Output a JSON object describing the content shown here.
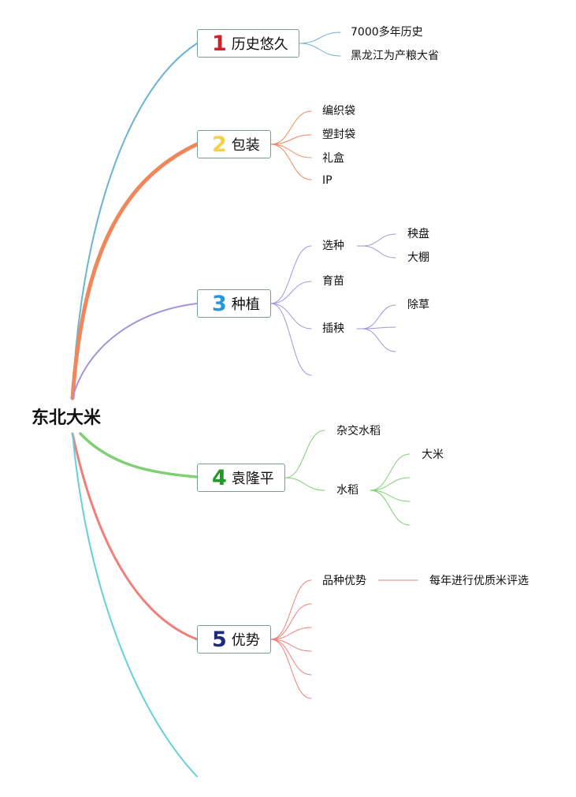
{
  "root": {
    "label": "东北大米"
  },
  "colors": {
    "b1": "#6bb3d6",
    "b2": "#f0875a",
    "b3": "#a593db",
    "b4": "#7fcf73",
    "b5": "#ee7f7a",
    "b6": "#66d0d8",
    "num1": "#d41f2b",
    "num2": "#f3d24a",
    "num3": "#2b95d9",
    "num4": "#1f9a25",
    "num5": "#1f2a7a"
  },
  "branches": [
    {
      "number": "1",
      "label": "历史悠久",
      "children": [
        {
          "label": "7000多年历史"
        },
        {
          "label": "黑龙江为产粮大省"
        }
      ]
    },
    {
      "number": "2",
      "label": "包装",
      "children": [
        {
          "label": "编织袋"
        },
        {
          "label": "塑封袋"
        },
        {
          "label": "礼盒"
        },
        {
          "label": "IP"
        }
      ]
    },
    {
      "number": "3",
      "label": "种植",
      "children": [
        {
          "label": "选种",
          "children": [
            {
              "label": "秧盘"
            },
            {
              "label": "大棚"
            }
          ]
        },
        {
          "label": "育苗"
        },
        {
          "label": "插秧",
          "children": [
            {
              "label": "除草"
            },
            {
              "label": ""
            },
            {
              "label": ""
            }
          ]
        },
        {
          "label": ""
        }
      ]
    },
    {
      "number": "4",
      "label": "袁隆平",
      "children": [
        {
          "label": "杂交水稻"
        },
        {
          "label": "水稻",
          "children": [
            {
              "label": "大米"
            },
            {
              "label": ""
            },
            {
              "label": ""
            },
            {
              "label": ""
            }
          ]
        }
      ]
    },
    {
      "number": "5",
      "label": "优势",
      "children": [
        {
          "label": "品种优势",
          "children": [
            {
              "label": "每年进行优质米评选"
            }
          ]
        },
        {
          "label": ""
        },
        {
          "label": ""
        },
        {
          "label": ""
        },
        {
          "label": ""
        },
        {
          "label": ""
        }
      ]
    }
  ]
}
